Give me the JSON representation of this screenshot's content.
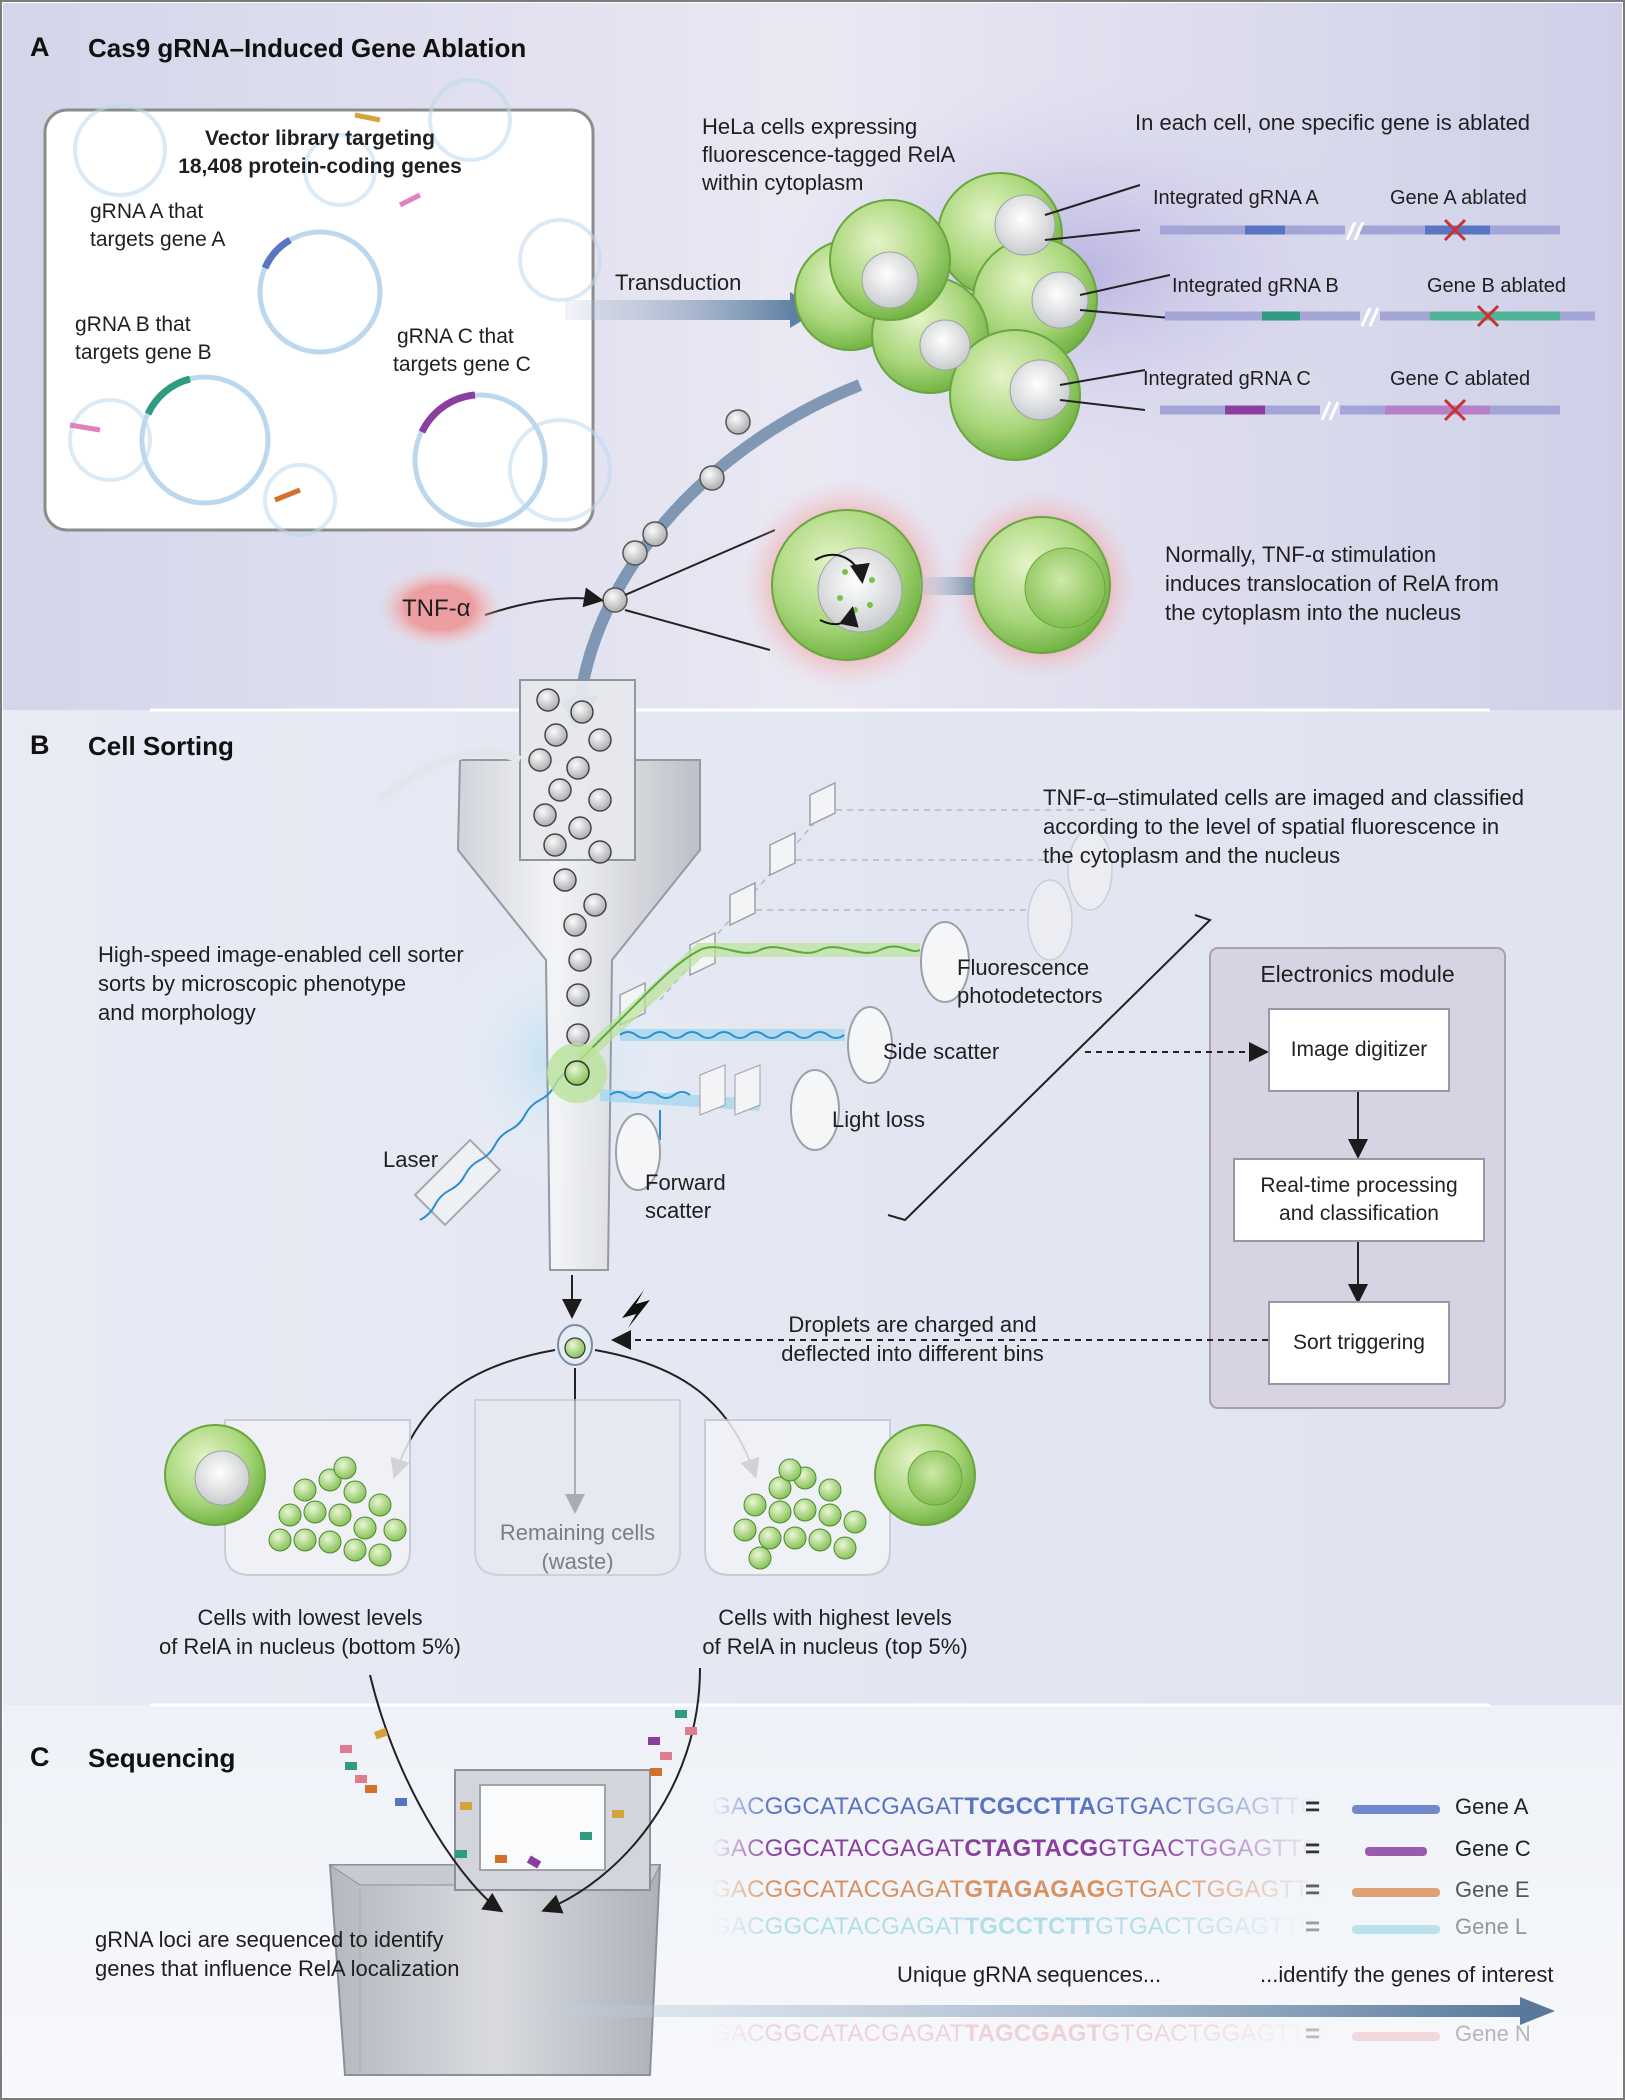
{
  "section_a": {
    "letter": "A",
    "title": "Cas9 gRNA–Induced Gene Ablation",
    "library_title_1": "Vector library targeting",
    "library_title_2": "18,408 protein-coding genes",
    "grna_a_1": "gRNA A that",
    "grna_a_2": "targets gene A",
    "grna_b_1": "gRNA B that",
    "grna_b_2": "targets gene B",
    "grna_c_1": "gRNA C that",
    "grna_c_2": "targets gene C",
    "transduction": "Transduction",
    "hela_1": "HeLa cells expressing",
    "hela_2": "fluorescence-tagged RelA",
    "hela_3": "within cytoplasm",
    "each_cell": "In each cell, one specific gene is ablated",
    "integrated_a": "Integrated gRNA A",
    "integrated_b": "Integrated gRNA B",
    "integrated_c": "Integrated gRNA C",
    "ablated_a": "Gene A ablated",
    "ablated_b": "Gene B ablated",
    "ablated_c": "Gene C ablated",
    "tnf": "TNF-α",
    "normal_1": "Normally, TNF-α stimulation",
    "normal_2": "induces translocation of RelA from",
    "normal_3": "the cytoplasm into the nucleus"
  },
  "section_b": {
    "letter": "B",
    "title": "Cell Sorting",
    "imaged_1": "TNF-α–stimulated cells are imaged and classified",
    "imaged_2": "according to the level of spatial fluorescence in",
    "imaged_3": "the cytoplasm and the nucleus",
    "sorter_1": "High-speed image-enabled cell sorter",
    "sorter_2": "sorts by microscopic phenotype",
    "sorter_3": "and morphology",
    "fluor_1": "Fluorescence",
    "fluor_2": "photodetectors",
    "side_scatter": "Side scatter",
    "light_loss": "Light loss",
    "laser": "Laser",
    "forward_1": "Forward",
    "forward_2": "scatter",
    "electronics_title": "Electronics module",
    "image_digitizer": "Image digitizer",
    "processing_1": "Real-time processing",
    "processing_2": "and classification",
    "sort_triggering": "Sort triggering",
    "droplets_1": "Droplets are charged and",
    "droplets_2": "deflected into different bins",
    "remaining_1": "Remaining cells",
    "remaining_2": "(waste)",
    "lowest_1": "Cells with lowest levels",
    "lowest_2": "of RelA in nucleus (bottom 5%)",
    "highest_1": "Cells with highest levels",
    "highest_2": "of RelA in nucleus (top 5%)"
  },
  "section_c": {
    "letter": "C",
    "title": "Sequencing",
    "loci_1": "gRNA loci are sequenced to identify",
    "loci_2": "genes that influence RelA localization",
    "unique": "Unique gRNA sequences...",
    "identify": "...identify the genes of interest",
    "seq_prefix": "GACGGCATACGAGAT",
    "seq_suffix": "GTGACTGGAGTTC",
    "sequences": [
      {
        "core": "TCGCCTTA",
        "gene": "Gene A",
        "color": "#5a74c4"
      },
      {
        "core": "CTAGTACG",
        "gene": "Gene C",
        "color": "#8a3f9e"
      },
      {
        "core": "GTAGAGAG",
        "gene": "Gene E",
        "color": "#d3702c"
      },
      {
        "core": "TGCCTCTT",
        "gene": "Gene L",
        "color": "#62c3d4"
      },
      {
        "core": "TAGCGAGT",
        "gene": "Gene N",
        "color": "#e07c8e"
      }
    ],
    "equals": "="
  }
}
